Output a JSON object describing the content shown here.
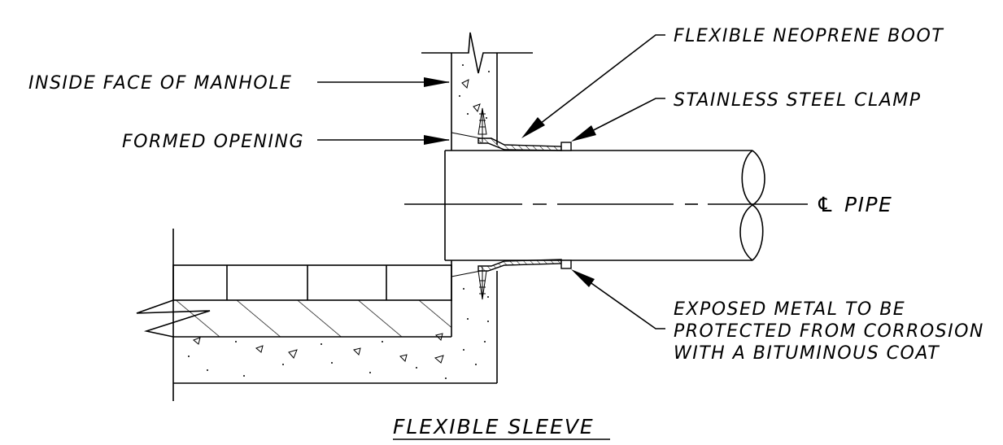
{
  "drawing": {
    "title": "FLEXIBLE SLEEVE",
    "labels": {
      "inside_face": "INSIDE FACE OF MANHOLE",
      "formed_opening": "FORMED OPENING",
      "neoprene_boot": "FLEXIBLE NEOPRENE BOOT",
      "steel_clamp": "STAINLESS STEEL CLAMP",
      "centerline_symbol": "℄",
      "centerline": "PIPE",
      "exposed_metal": [
        "EXPOSED METAL TO BE",
        "PROTECTED FROM CORROSION",
        "WITH A BITUMINOUS COAT"
      ]
    }
  }
}
